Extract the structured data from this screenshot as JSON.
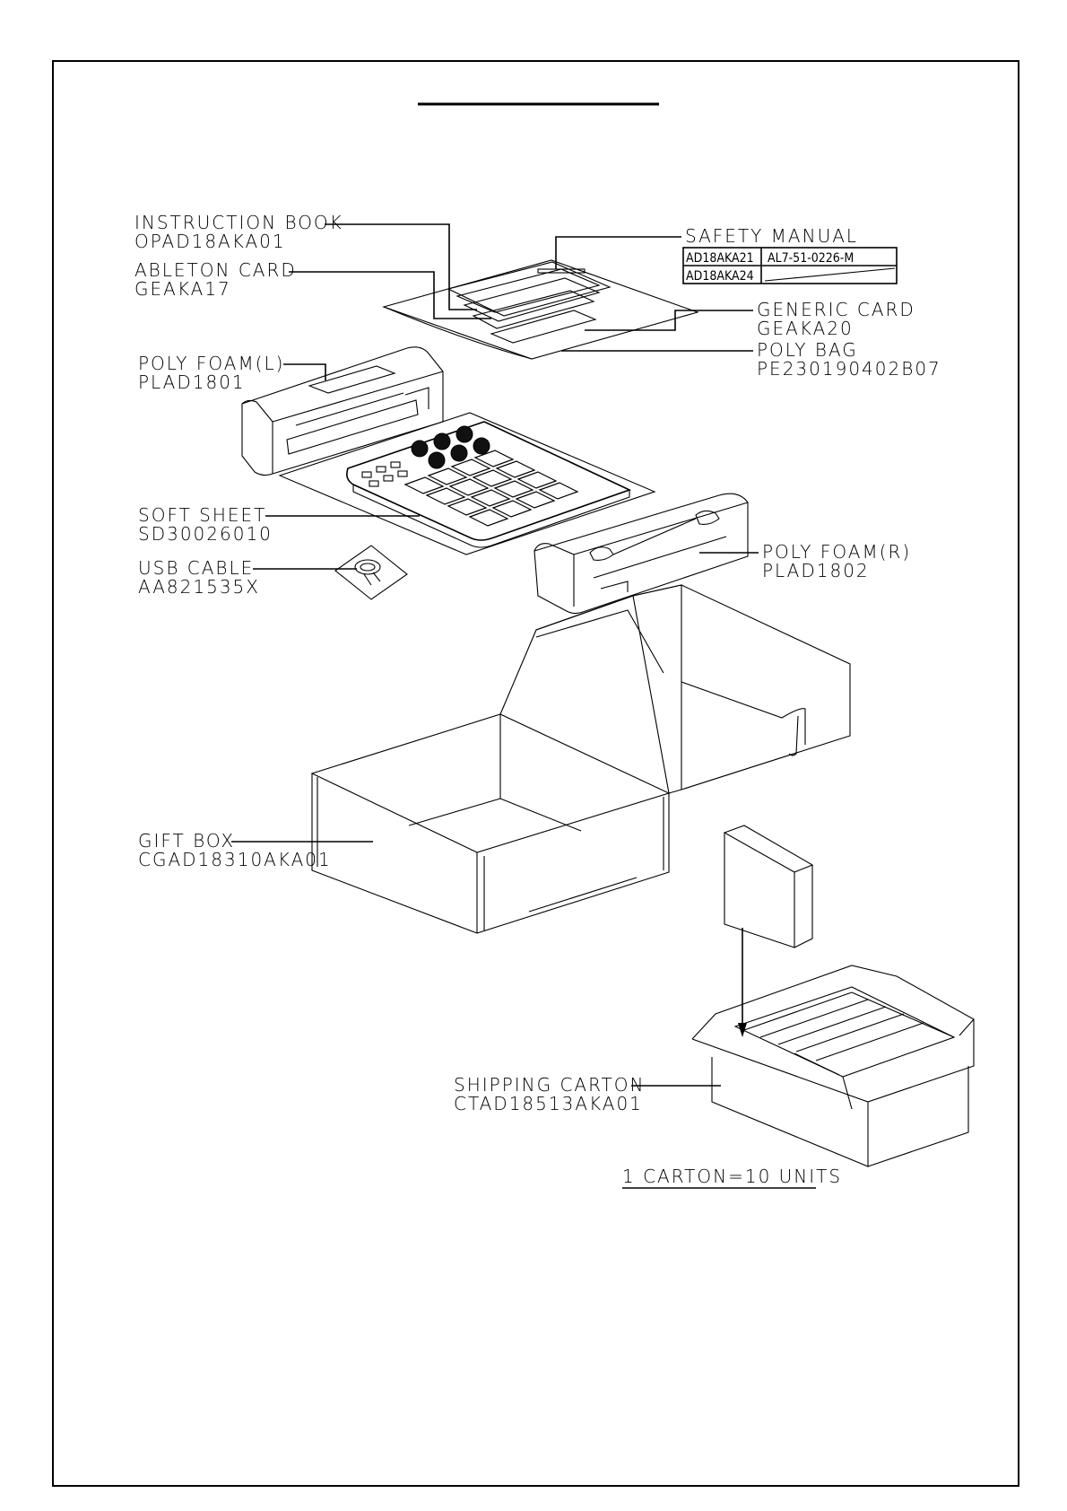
{
  "labels": {
    "instruction_book": {
      "name": "INSTRUCTION BOOK",
      "code": "OPAD18AKA01"
    },
    "ableton_card": {
      "name": "ABLETON CARD",
      "code": "GEAKA17"
    },
    "poly_foam_l": {
      "name": "POLY FOAM(L)",
      "code": "PLAD1801"
    },
    "soft_sheet": {
      "name": "SOFT SHEET",
      "code": "SD30026010"
    },
    "usb_cable": {
      "name": "USB CABLE",
      "code": "AA821535X"
    },
    "safety_manual": {
      "name": "SAFETY MANUAL"
    },
    "generic_card": {
      "name": "GENERIC CARD",
      "code": "GEAKA20"
    },
    "poly_bag": {
      "name": "POLY BAG",
      "code": "PE230190402B07"
    },
    "poly_foam_r": {
      "name": "POLY FOAM(R)",
      "code": "PLAD1802"
    },
    "gift_box": {
      "name": "GIFT BOX",
      "code": "CGAD18310AKA01"
    },
    "shipping_carton": {
      "name": "SHIPPING CARTON",
      "code": "CTAD18513AKA01"
    }
  },
  "safety_table": {
    "rows": [
      {
        "model": "AD18AKA21",
        "part": "AL7-51-0226-M"
      },
      {
        "model": "AD18AKA24",
        "part": ""
      }
    ]
  },
  "carton_note": "1 CARTON=10 UNITS"
}
